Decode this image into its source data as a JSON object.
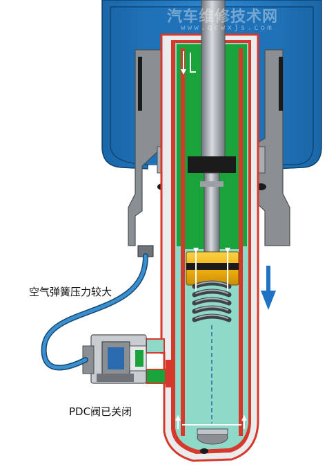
{
  "labels": {
    "air_spring": "空气弹簧压力较大",
    "pdc_valve": "PDC阀已关闭"
  },
  "watermark": {
    "text": "汽车维修技术网",
    "url": "www.qcwxjs.com"
  },
  "colors": {
    "air_bellows": "#1f72b8",
    "oil_chamber": "#8fd9c8",
    "oil_chamber_upper": "#1aa33a",
    "tube_wall": "#d6382b",
    "housing_gray": "#8a8f94",
    "piston_yellow": "#f1b10f",
    "air_line": "#3a8fd0",
    "arrow_blue": "#1f72c4"
  }
}
